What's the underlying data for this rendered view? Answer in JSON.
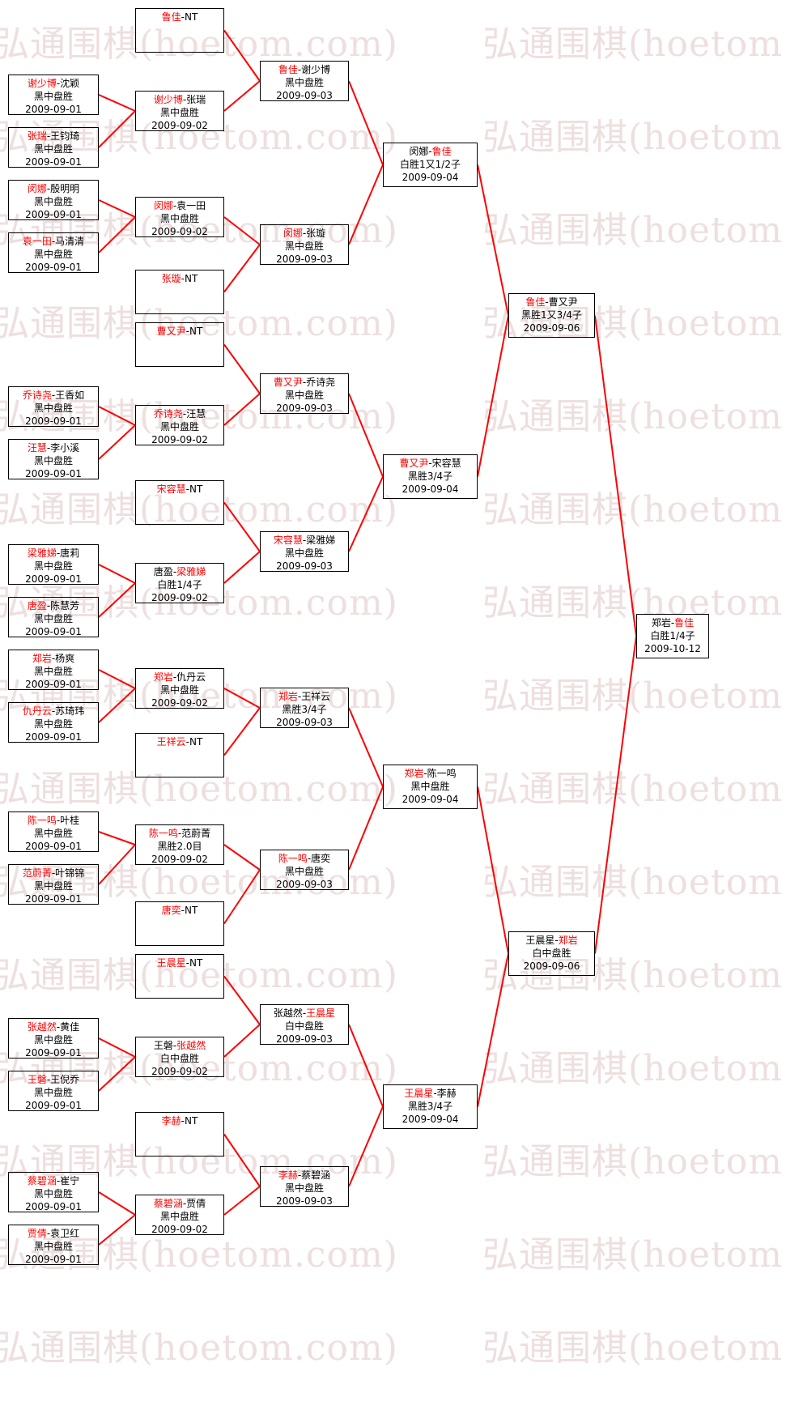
{
  "watermark": {
    "text": "弘通围棋(hoetom.com)"
  },
  "colors": {
    "winner": "#ff0000",
    "connector": "#ff0000",
    "box_border": "#000000",
    "watermark": "#eedfdf",
    "text": "#000000"
  },
  "boxes": [
    {
      "id": "r1b1",
      "p1": "谢少博",
      "p2": "沈颖",
      "winner": 1,
      "result": "黑中盘胜",
      "date": "2009-09-01"
    },
    {
      "id": "r1b2",
      "p1": "张瑞",
      "p2": "王钧琦",
      "winner": 1,
      "result": "黑中盘胜",
      "date": "2009-09-01"
    },
    {
      "id": "r1b3",
      "p1": "闵娜",
      "p2": "殷明明",
      "winner": 1,
      "result": "黑中盘胜",
      "date": "2009-09-01"
    },
    {
      "id": "r1b4",
      "p1": "袁一田",
      "p2": "马清清",
      "winner": 1,
      "result": "黑中盘胜",
      "date": "2009-09-01"
    },
    {
      "id": "r1b5",
      "p1": "乔诗尧",
      "p2": "王香如",
      "winner": 1,
      "result": "黑中盘胜",
      "date": "2009-09-01"
    },
    {
      "id": "r1b6",
      "p1": "汪慧",
      "p2": "李小溪",
      "winner": 1,
      "result": "黑中盘胜",
      "date": "2009-09-01"
    },
    {
      "id": "r1b7",
      "p1": "梁雅娣",
      "p2": "唐莉",
      "winner": 1,
      "result": "黑中盘胜",
      "date": "2009-09-01"
    },
    {
      "id": "r1b8",
      "p1": "唐盈",
      "p2": "陈慧芳",
      "winner": 1,
      "result": "黑中盘胜",
      "date": "2009-09-01"
    },
    {
      "id": "r1b9",
      "p1": "郑岩",
      "p2": "杨爽",
      "winner": 1,
      "result": "黑中盘胜",
      "date": "2009-09-01"
    },
    {
      "id": "r1b10",
      "p1": "仇丹云",
      "p2": "苏琦玮",
      "winner": 1,
      "result": "黑中盘胜",
      "date": "2009-09-01"
    },
    {
      "id": "r1b11",
      "p1": "陈一鸣",
      "p2": "叶桂",
      "winner": 1,
      "result": "黑中盘胜",
      "date": "2009-09-01"
    },
    {
      "id": "r1b12",
      "p1": "范蔚菁",
      "p2": "叶锦锦",
      "winner": 1,
      "result": "黑中盘胜",
      "date": "2009-09-01"
    },
    {
      "id": "r1b13",
      "p1": "张越然",
      "p2": "黄佳",
      "winner": 1,
      "result": "黑中盘胜",
      "date": "2009-09-01"
    },
    {
      "id": "r1b14",
      "p1": "王磐",
      "p2": "王倪乔",
      "winner": 1,
      "result": "黑中盘胜",
      "date": "2009-09-01"
    },
    {
      "id": "r1b15",
      "p1": "蔡碧涵",
      "p2": "崔宁",
      "winner": 1,
      "result": "黑中盘胜",
      "date": "2009-09-01"
    },
    {
      "id": "r1b16",
      "p1": "贾倩",
      "p2": "袁卫红",
      "winner": 1,
      "result": "黑中盘胜",
      "date": "2009-09-01"
    },
    {
      "id": "r2b1",
      "p1": "鲁佳",
      "p2": "NT",
      "winner": 1,
      "bye": true
    },
    {
      "id": "r2b2",
      "p1": "谢少博",
      "p2": "张瑞",
      "winner": 1,
      "result": "黑中盘胜",
      "date": "2009-09-02"
    },
    {
      "id": "r2b3",
      "p1": "闵娜",
      "p2": "袁一田",
      "winner": 1,
      "result": "黑中盘胜",
      "date": "2009-09-02"
    },
    {
      "id": "r2b4",
      "p1": "张璇",
      "p2": "NT",
      "winner": 1,
      "bye": true
    },
    {
      "id": "r2b5",
      "p1": "曹又尹",
      "p2": "NT",
      "winner": 1,
      "bye": true
    },
    {
      "id": "r2b6",
      "p1": "乔诗尧",
      "p2": "汪慧",
      "winner": 1,
      "result": "黑中盘胜",
      "date": "2009-09-02"
    },
    {
      "id": "r2b7",
      "p1": "宋容慧",
      "p2": "NT",
      "winner": 1,
      "bye": true
    },
    {
      "id": "r2b8",
      "p1": "唐盈",
      "p2": "梁雅娣",
      "winner": 2,
      "result": "白胜1/4子",
      "date": "2009-09-02"
    },
    {
      "id": "r2b9",
      "p1": "郑岩",
      "p2": "仇丹云",
      "winner": 1,
      "result": "黑中盘胜",
      "date": "2009-09-02"
    },
    {
      "id": "r2b10",
      "p1": "王祥云",
      "p2": "NT",
      "winner": 1,
      "bye": true
    },
    {
      "id": "r2b11",
      "p1": "陈一鸣",
      "p2": "范蔚菁",
      "winner": 1,
      "result": "黑胜2.0目",
      "date": "2009-09-02"
    },
    {
      "id": "r2b12",
      "p1": "唐奕",
      "p2": "NT",
      "winner": 1,
      "bye": true
    },
    {
      "id": "r2b13",
      "p1": "王晨星",
      "p2": "NT",
      "winner": 1,
      "bye": true
    },
    {
      "id": "r2b14",
      "p1": "王磐",
      "p2": "张越然",
      "winner": 2,
      "result": "白中盘胜",
      "date": "2009-09-02"
    },
    {
      "id": "r2b15",
      "p1": "李赫",
      "p2": "NT",
      "winner": 1,
      "bye": true
    },
    {
      "id": "r2b16",
      "p1": "蔡碧涵",
      "p2": "贾倩",
      "winner": 1,
      "result": "黑中盘胜",
      "date": "2009-09-02"
    },
    {
      "id": "r3b1",
      "p1": "鲁佳",
      "p2": "谢少博",
      "winner": 1,
      "result": "黑中盘胜",
      "date": "2009-09-03"
    },
    {
      "id": "r3b2",
      "p1": "闵娜",
      "p2": "张璇",
      "winner": 1,
      "result": "黑中盘胜",
      "date": "2009-09-03"
    },
    {
      "id": "r3b3",
      "p1": "曹又尹",
      "p2": "乔诗尧",
      "winner": 1,
      "result": "黑中盘胜",
      "date": "2009-09-03"
    },
    {
      "id": "r3b4",
      "p1": "宋容慧",
      "p2": "梁雅娣",
      "winner": 1,
      "result": "黑中盘胜",
      "date": "2009-09-03"
    },
    {
      "id": "r3b5",
      "p1": "郑岩",
      "p2": "王祥云",
      "winner": 1,
      "result": "黑胜3/4子",
      "date": "2009-09-03"
    },
    {
      "id": "r3b6",
      "p1": "陈一鸣",
      "p2": "唐奕",
      "winner": 1,
      "result": "黑中盘胜",
      "date": "2009-09-03"
    },
    {
      "id": "r3b7",
      "p1": "张越然",
      "p2": "王晨星",
      "winner": 2,
      "result": "白中盘胜",
      "date": "2009-09-03"
    },
    {
      "id": "r3b8",
      "p1": "李赫",
      "p2": "蔡碧涵",
      "winner": 1,
      "result": "黑中盘胜",
      "date": "2009-09-03"
    },
    {
      "id": "r4b1",
      "p1": "闵娜",
      "p2": "鲁佳",
      "winner": 2,
      "result": "白胜1又1/2子",
      "date": "2009-09-04"
    },
    {
      "id": "r4b2",
      "p1": "曹又尹",
      "p2": "宋容慧",
      "winner": 1,
      "result": "黑胜3/4子",
      "date": "2009-09-04"
    },
    {
      "id": "r4b3",
      "p1": "郑岩",
      "p2": "陈一鸣",
      "winner": 1,
      "result": "黑中盘胜",
      "date": "2009-09-04"
    },
    {
      "id": "r4b4",
      "p1": "王晨星",
      "p2": "李赫",
      "winner": 1,
      "result": "黑胜3/4子",
      "date": "2009-09-04"
    },
    {
      "id": "r5b1",
      "p1": "鲁佳",
      "p2": "曹又尹",
      "winner": 1,
      "result": "黑胜1又3/4子",
      "date": "2009-09-06"
    },
    {
      "id": "r5b2",
      "p1": "王晨星",
      "p2": "郑岩",
      "winner": 2,
      "result": "白中盘胜",
      "date": "2009-09-06"
    },
    {
      "id": "r6b1",
      "p1": "郑岩",
      "p2": "鲁佳",
      "winner": 2,
      "result": "白胜1/4子",
      "date": "2009-10-12"
    }
  ],
  "connectors": [
    [
      "r1b1",
      "r2b2"
    ],
    [
      "r1b2",
      "r2b2"
    ],
    [
      "r1b3",
      "r2b3"
    ],
    [
      "r1b4",
      "r2b3"
    ],
    [
      "r1b5",
      "r2b6"
    ],
    [
      "r1b6",
      "r2b6"
    ],
    [
      "r1b7",
      "r2b8"
    ],
    [
      "r1b8",
      "r2b8"
    ],
    [
      "r1b9",
      "r2b9"
    ],
    [
      "r1b10",
      "r2b9"
    ],
    [
      "r1b11",
      "r2b11"
    ],
    [
      "r1b12",
      "r2b11"
    ],
    [
      "r1b13",
      "r2b14"
    ],
    [
      "r1b14",
      "r2b14"
    ],
    [
      "r1b15",
      "r2b16"
    ],
    [
      "r1b16",
      "r2b16"
    ],
    [
      "r2b1",
      "r3b1"
    ],
    [
      "r2b2",
      "r3b1"
    ],
    [
      "r2b3",
      "r3b2"
    ],
    [
      "r2b4",
      "r3b2"
    ],
    [
      "r2b5",
      "r3b3"
    ],
    [
      "r2b6",
      "r3b3"
    ],
    [
      "r2b7",
      "r3b4"
    ],
    [
      "r2b8",
      "r3b4"
    ],
    [
      "r2b9",
      "r3b5"
    ],
    [
      "r2b10",
      "r3b5"
    ],
    [
      "r2b11",
      "r3b6"
    ],
    [
      "r2b12",
      "r3b6"
    ],
    [
      "r2b13",
      "r3b7"
    ],
    [
      "r2b14",
      "r3b7"
    ],
    [
      "r2b15",
      "r3b8"
    ],
    [
      "r2b16",
      "r3b8"
    ],
    [
      "r3b1",
      "r4b1"
    ],
    [
      "r3b2",
      "r4b1"
    ],
    [
      "r3b3",
      "r4b2"
    ],
    [
      "r3b4",
      "r4b2"
    ],
    [
      "r3b5",
      "r4b3"
    ],
    [
      "r3b6",
      "r4b3"
    ],
    [
      "r3b7",
      "r4b4"
    ],
    [
      "r3b8",
      "r4b4"
    ],
    [
      "r4b1",
      "r5b1"
    ],
    [
      "r4b2",
      "r5b1"
    ],
    [
      "r4b3",
      "r5b2"
    ],
    [
      "r4b4",
      "r5b2"
    ],
    [
      "r5b1",
      "r6b1"
    ],
    [
      "r5b2",
      "r6b1"
    ]
  ]
}
